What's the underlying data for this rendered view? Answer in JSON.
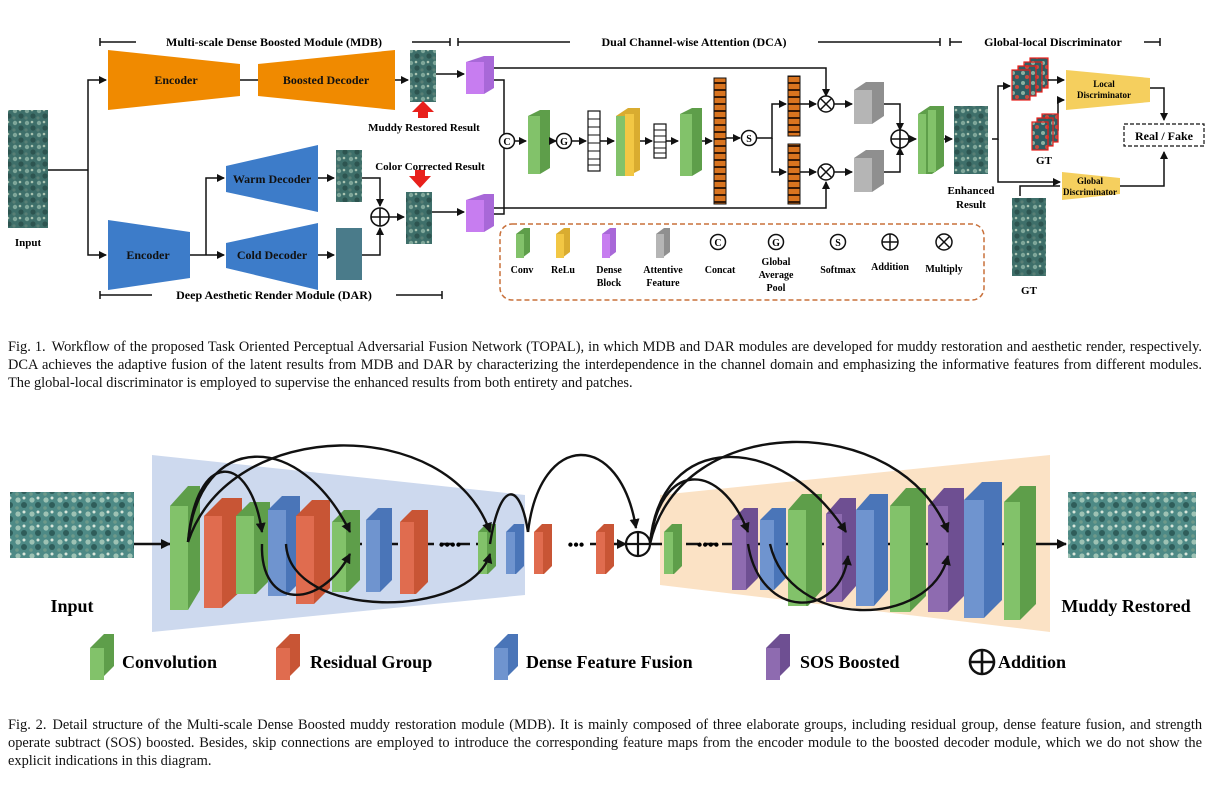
{
  "figure1": {
    "section_mdb": "Multi-scale Dense Boosted Module (MDB)",
    "section_dca": "Dual Channel-wise Attention (DCA)",
    "section_gld": "Global-local Discriminator",
    "section_dar": "Deep Aesthetic Render Module (DAR)",
    "input": "Input",
    "encoder_top": "Encoder",
    "boosted_decoder": "Boosted Decoder",
    "muddy_result": "Muddy Restored Result",
    "color_result": "Color Corrected Result",
    "warm_decoder": "Warm Decoder",
    "cold_decoder": "Cold Decoder",
    "encoder_bottom": "Encoder",
    "enhanced_1": "Enhanced",
    "enhanced_2": "Result",
    "local_disc_1": "Local",
    "local_disc_2": "Discriminator",
    "global_disc_1": "Global",
    "global_disc_2": "Discriminator",
    "gt": "GT",
    "real_fake": "Real / Fake",
    "legend": {
      "conv": "Conv",
      "relu": "ReLu",
      "dense_1": "Dense",
      "dense_2": "Block",
      "att_1": "Attentive",
      "att_2": "Feature",
      "concat_sym": "C",
      "concat": "Concat",
      "gap_sym": "G",
      "gap_1": "Global",
      "gap_2": "Average",
      "gap_3": "Pool",
      "softmax_sym": "S",
      "softmax": "Softmax",
      "addition": "Addition",
      "multiply": "Multiply"
    },
    "caption_label": "Fig. 1.",
    "caption": "Workflow of the proposed Task Oriented Perceptual Adversarial Fusion Network (TOPAL), in which MDB and DAR modules are developed for muddy restoration and aesthetic render, respectively. DCA achieves the adaptive fusion of the latent results from MDB and DAR by characterizing the interdependence in the channel domain and emphasizing the informative features from different modules. The global-local discriminator is employed to supervise the enhanced results from both entirety and patches."
  },
  "figure2": {
    "input": "Input",
    "muddy_restored": "Muddy Restored",
    "legend_conv": "Convolution",
    "legend_residual": "Residual  Group",
    "legend_dense": "Dense Feature Fusion",
    "legend_sos": "SOS Boosted",
    "legend_add": "Addition",
    "dots": "••••",
    "dots_mid": "•••",
    "caption_label": "Fig. 2.",
    "caption": "Detail structure of the Multi-scale Dense Boosted muddy restoration module (MDB). It is mainly composed of three elaborate groups, including residual group, dense feature fusion, and strength operate subtract (SOS) boosted. Besides, skip connections are employed to introduce the corresponding feature maps from the encoder module to the boosted decoder module, which we do not show the explicit indications in this diagram."
  },
  "colors": {
    "orange": "#f08a00",
    "blue": "#3d7cc9",
    "conv_green": "#82c26a",
    "relu_yellow": "#f2c744",
    "dense_purple": "#c77df0",
    "attentive_gray": "#b5b5b5",
    "residual_red": "#e06c4f",
    "dff_blue": "#6f94cf",
    "sos_purple": "#8e6bb0",
    "enc_bg": "#cdd9ee",
    "dec_bg": "#fbe2c5",
    "legend_border": "#c8703a",
    "disc_yellow": "#f5cf5e",
    "arrow_red": "#e8201b"
  }
}
